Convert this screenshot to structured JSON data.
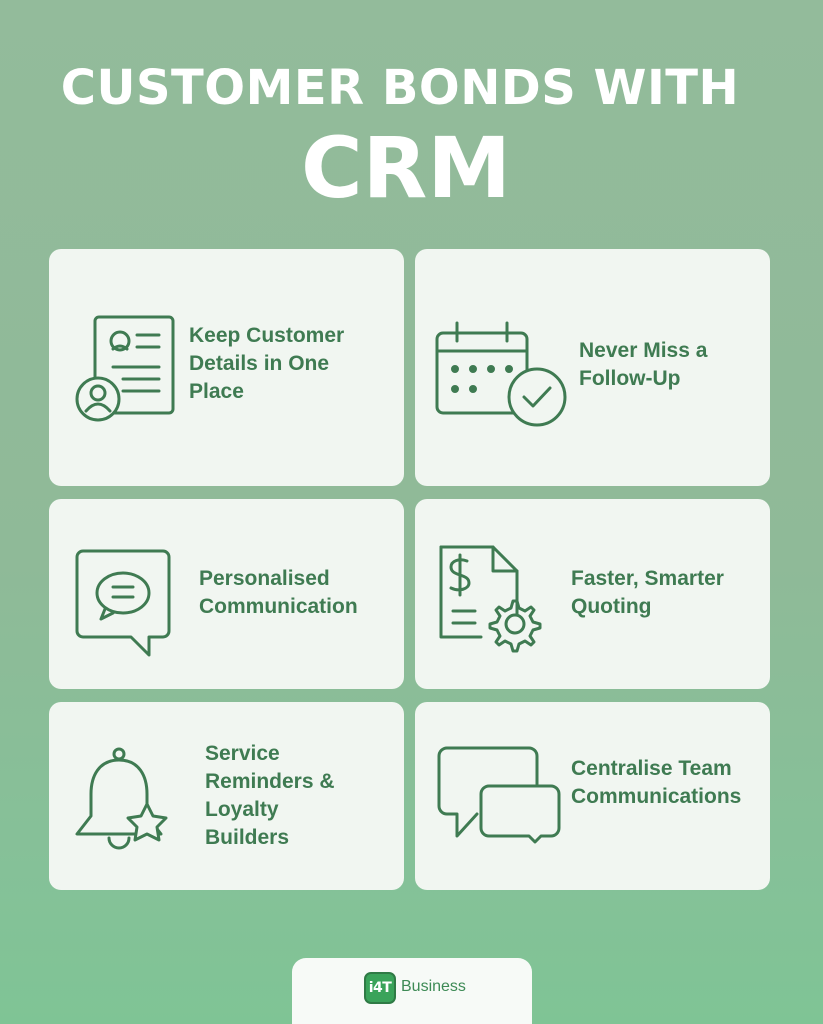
{
  "header": {
    "title_line1": "CUSTOMER BONDS WITH",
    "title_line2": "CRM"
  },
  "cards": [
    {
      "label": "Keep Customer Details in One Place",
      "icon": "customer-profile-icon"
    },
    {
      "label": "Never Miss a Follow-Up",
      "icon": "calendar-check-icon"
    },
    {
      "label": "Personalised Communication",
      "icon": "chat-bubble-icon"
    },
    {
      "label": "Faster, Smarter Quoting",
      "icon": "quote-document-gear-icon"
    },
    {
      "label": "Service Reminders & Loyalty Builders",
      "icon": "bell-star-icon"
    },
    {
      "label": "Centralise Team Communications",
      "icon": "team-chat-icon"
    }
  ],
  "footer": {
    "logo_text": "i4T",
    "brand": "Business"
  },
  "colors": {
    "background": "#93bb9b",
    "card": "#f1f6f1",
    "accent": "#3f7b52"
  }
}
